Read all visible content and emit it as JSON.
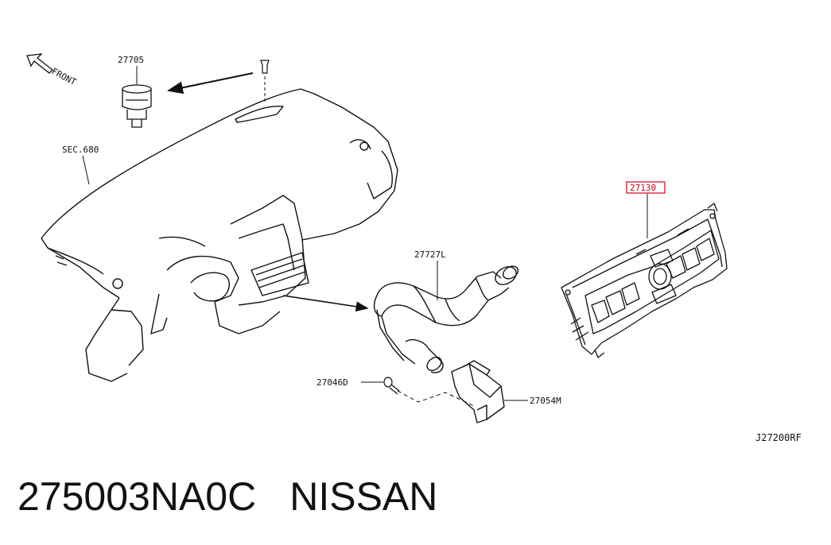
{
  "diagram": {
    "labels": {
      "front": "FRONT",
      "part_27705": "27705",
      "sec_680": "SEC.680",
      "part_27130": "27130",
      "part_27727l": "27727L",
      "part_27046d": "27046D",
      "part_27054m": "27054M",
      "ref_code": "J27200RF"
    },
    "highlight_color": "#d0021b"
  },
  "caption": {
    "part_number": "275003NA0C",
    "brand": "NISSAN"
  }
}
